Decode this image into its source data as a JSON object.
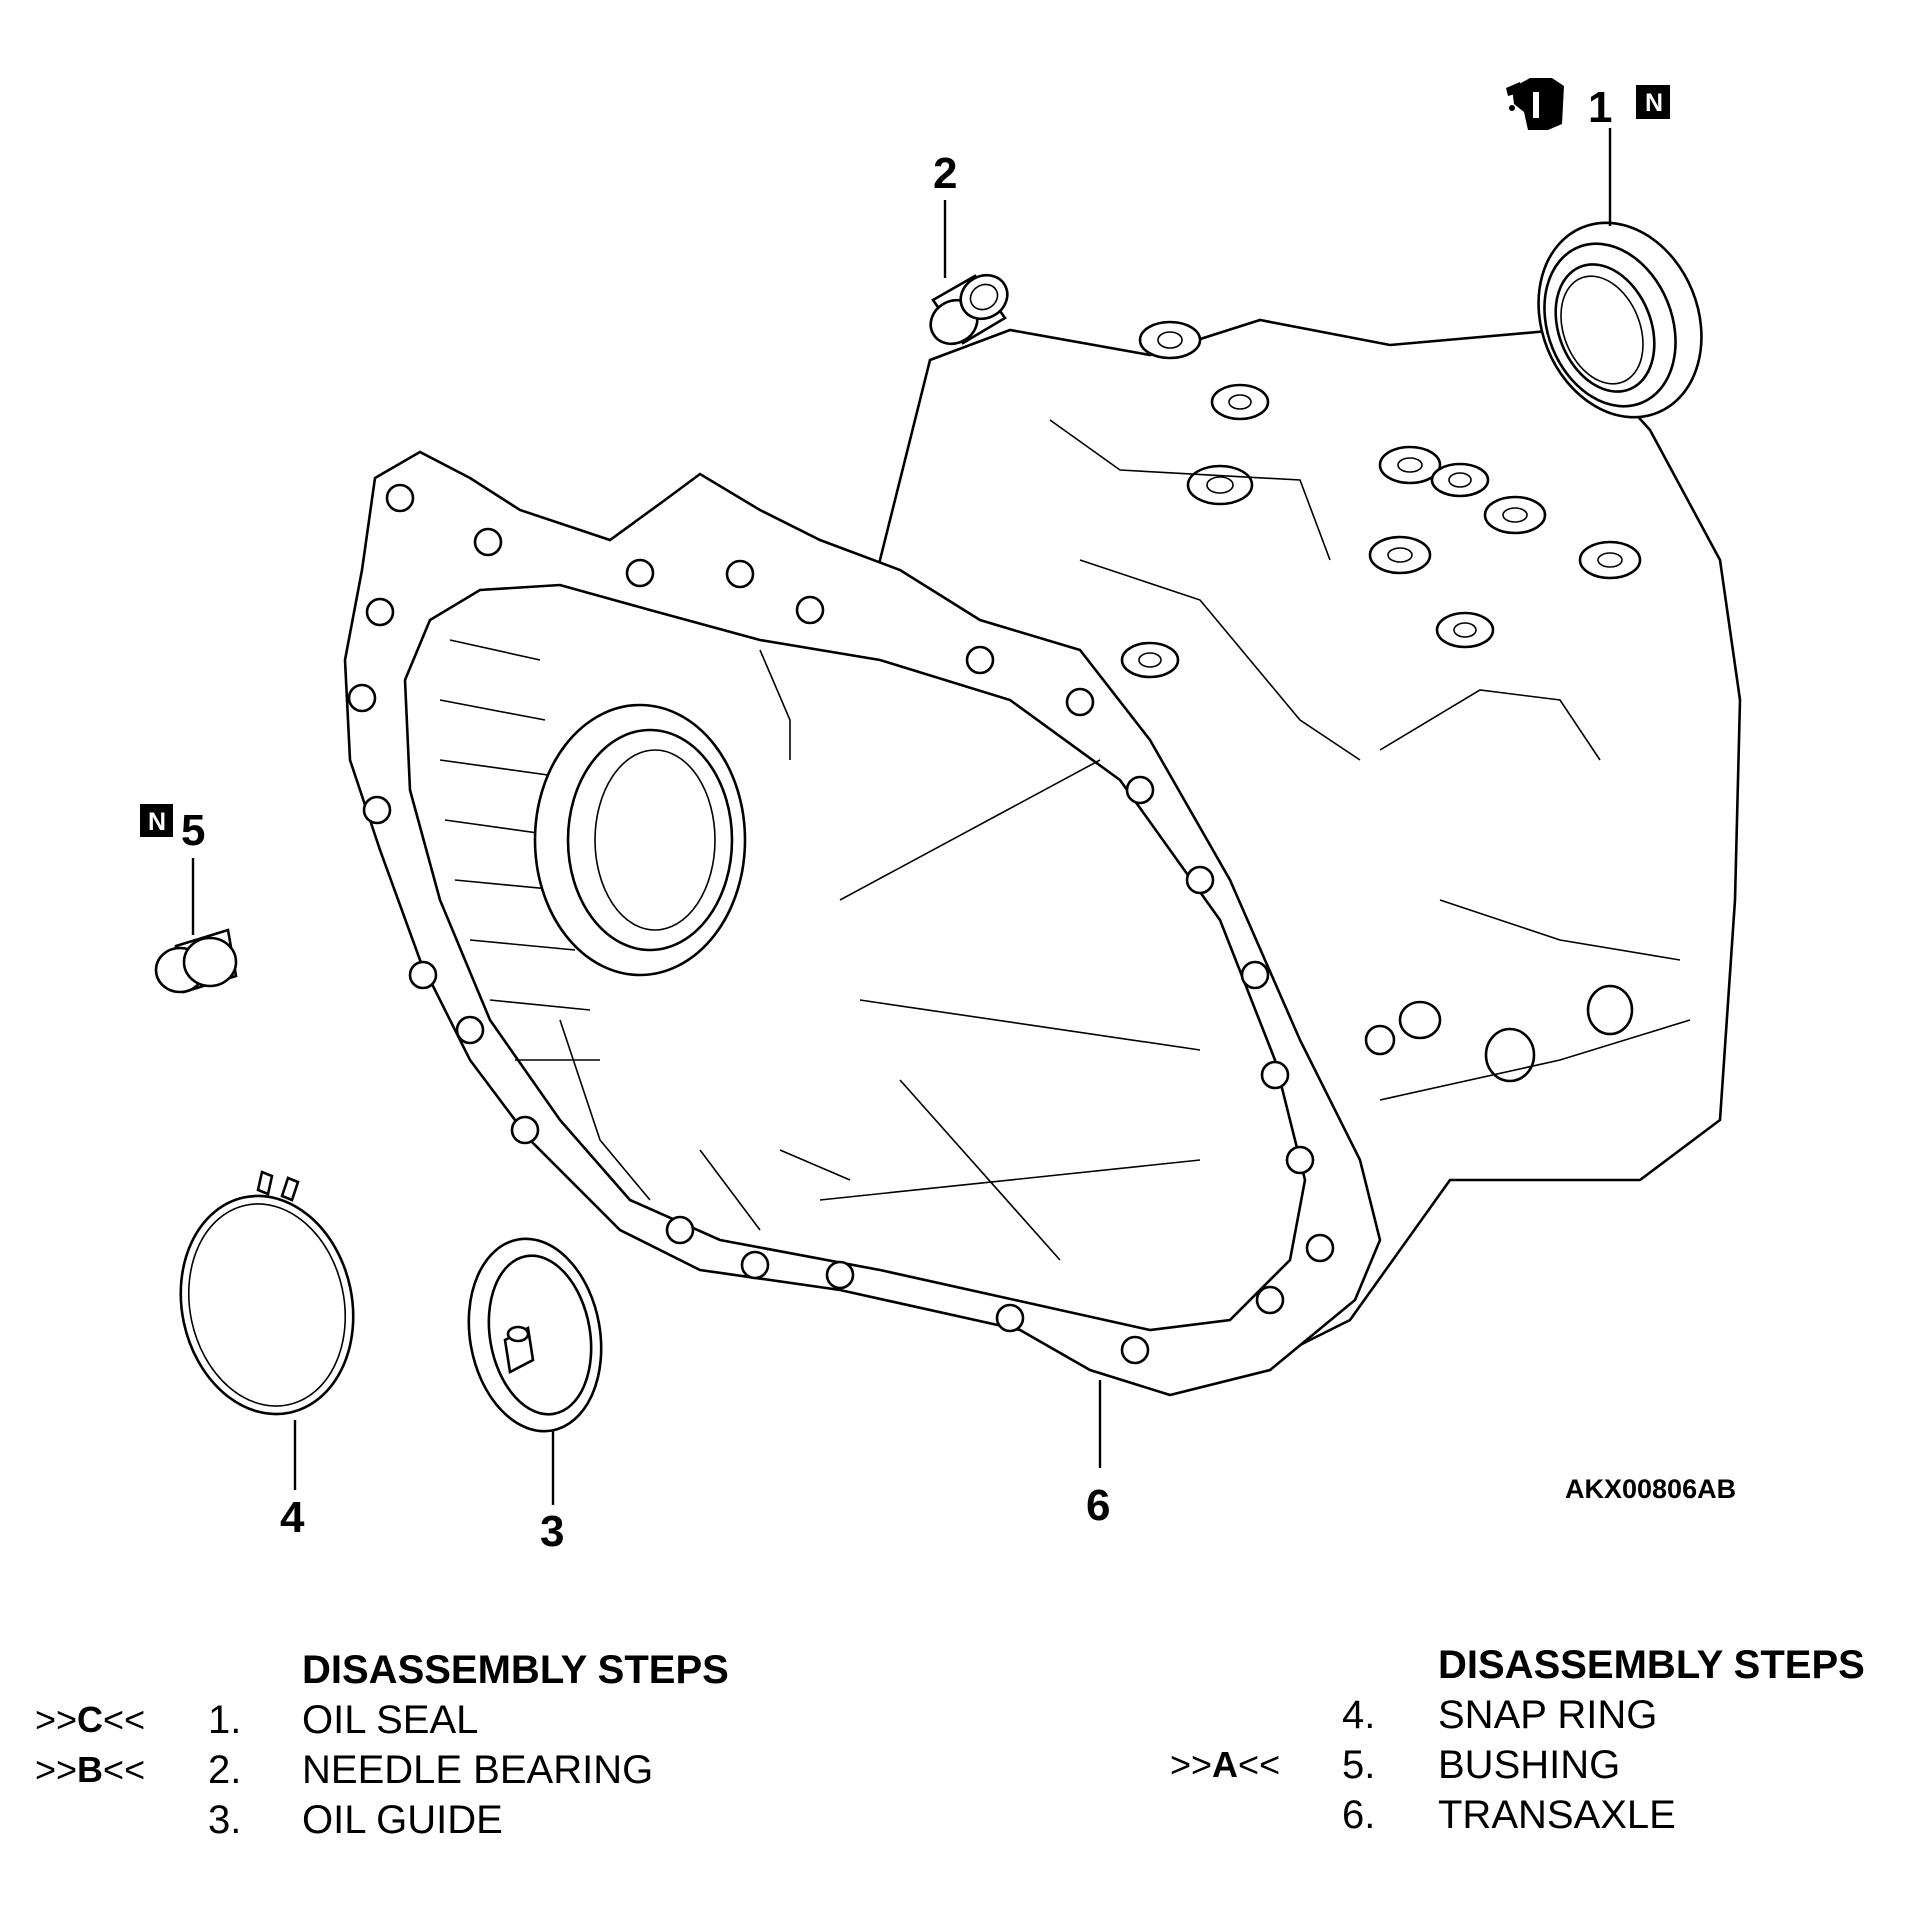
{
  "figure": {
    "code": "AKX00806AB",
    "callouts": [
      {
        "id": "1",
        "label": "1",
        "badge": "N"
      },
      {
        "id": "2",
        "label": "2"
      },
      {
        "id": "3",
        "label": "3"
      },
      {
        "id": "4",
        "label": "4"
      },
      {
        "id": "5",
        "label": "5",
        "badge": "N"
      },
      {
        "id": "6",
        "label": "6"
      }
    ],
    "icons": [
      "oil-can-icon",
      "new-part-badge-icon"
    ]
  },
  "steps_left": {
    "heading": "DISASSEMBLY STEPS",
    "items": [
      {
        "mark_pre": ">>",
        "mark_letter": "C",
        "mark_post": "<<",
        "num": "1.",
        "name": "OIL SEAL"
      },
      {
        "mark_pre": ">>",
        "mark_letter": "B",
        "mark_post": "<<",
        "num": "2.",
        "name": "NEEDLE BEARING"
      },
      {
        "mark_pre": "",
        "mark_letter": "",
        "mark_post": "",
        "num": "3.",
        "name": "OIL GUIDE"
      }
    ]
  },
  "steps_right": {
    "heading": "DISASSEMBLY STEPS",
    "items": [
      {
        "mark_pre": "",
        "mark_letter": "",
        "mark_post": "",
        "num": "4.",
        "name": "SNAP RING"
      },
      {
        "mark_pre": ">>",
        "mark_letter": "A",
        "mark_post": "<<",
        "num": "5.",
        "name": "BUSHING"
      },
      {
        "mark_pre": "",
        "mark_letter": "",
        "mark_post": "",
        "num": "6.",
        "name": "TRANSAXLE"
      }
    ]
  }
}
